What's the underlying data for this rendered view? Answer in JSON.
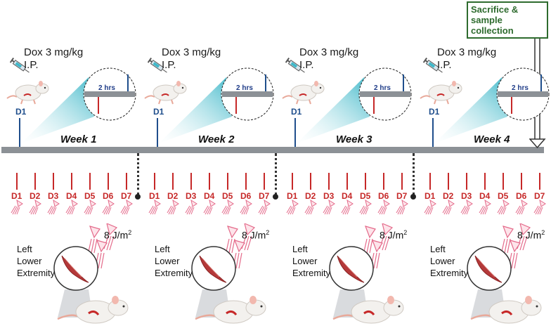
{
  "sacrifice_label": "Sacrifice & sample collection",
  "weeks": [
    {
      "title": "Week 1",
      "dose": "Dox 3 mg/kg",
      "route": "I.P.",
      "first_day": "D1",
      "timing": "2 hrs",
      "uv_dose": "8 J/m",
      "uv_exp": "2",
      "limb": [
        "Left",
        "Lower",
        "Extremity"
      ],
      "days": [
        "D1",
        "D2",
        "D3",
        "D4",
        "D5",
        "D6",
        "D7"
      ]
    },
    {
      "title": "Week 2",
      "dose": "Dox 3 mg/kg",
      "route": "I.P.",
      "first_day": "D1",
      "timing": "2 hrs",
      "uv_dose": "8 J/m",
      "uv_exp": "2",
      "limb": [
        "Left",
        "Lower",
        "Extremity"
      ],
      "days": [
        "D1",
        "D2",
        "D3",
        "D4",
        "D5",
        "D6",
        "D7"
      ]
    },
    {
      "title": "Week 3",
      "dose": "Dox 3 mg/kg",
      "route": "I.P.",
      "first_day": "D1",
      "timing": "2 hrs",
      "uv_dose": "8 J/m",
      "uv_exp": "2",
      "limb": [
        "Left",
        "Lower",
        "Extremity"
      ],
      "days": [
        "D1",
        "D2",
        "D3",
        "D4",
        "D5",
        "D6",
        "D7"
      ]
    },
    {
      "title": "Week 4",
      "dose": "Dox 3 mg/kg",
      "route": "I.P.",
      "first_day": "D1",
      "timing": "2 hrs",
      "uv_dose": "8 J/m",
      "uv_exp": "2",
      "limb": [
        "Left",
        "Lower",
        "Extremity"
      ],
      "days": [
        "D1",
        "D2",
        "D3",
        "D4",
        "D5",
        "D6",
        "D7"
      ]
    }
  ],
  "colors": {
    "bar": "#8c9196",
    "day_tick": "#c62828",
    "dox_tick": "#1f4e8c",
    "accent_teal": "#3fb8c9",
    "box_green": "#2e6b2e",
    "uv_pink": "#e46a8a"
  }
}
